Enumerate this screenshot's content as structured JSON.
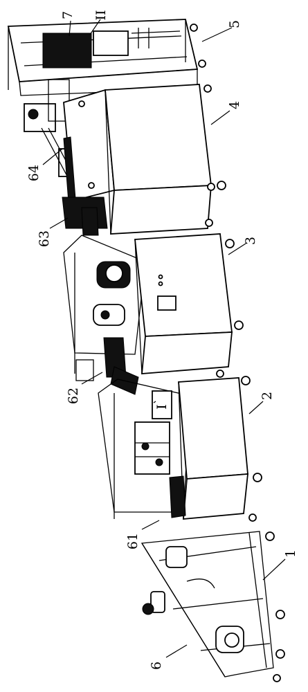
{
  "diagram": {
    "labels": {
      "l7": "7",
      "lII": "II",
      "l5": "5",
      "l4": "4",
      "l64": "64",
      "l63": "63",
      "l3": "3",
      "l62": "62",
      "lI": "I",
      "l2": "2",
      "l61": "61",
      "l1": "1",
      "l6": "6"
    }
  }
}
